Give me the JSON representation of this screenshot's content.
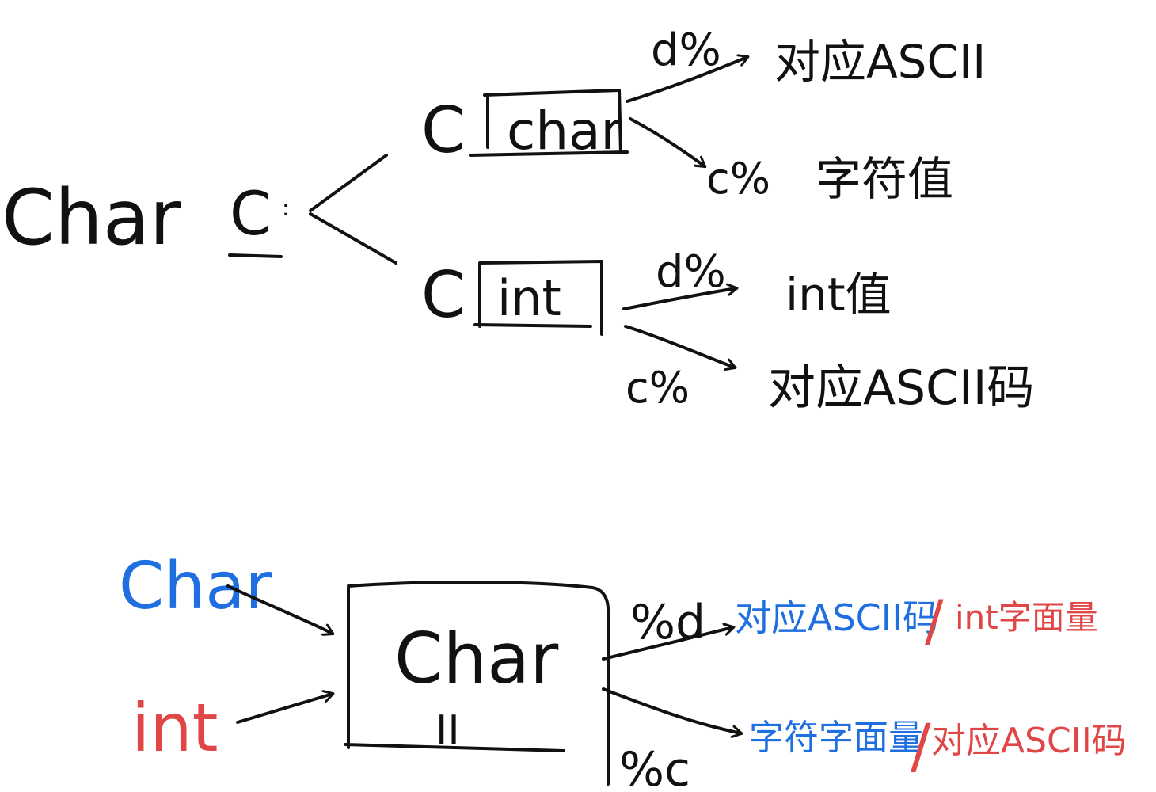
{
  "colors": {
    "ink": "#111111",
    "blue": "#1f6fe0",
    "red": "#e04646"
  },
  "top": {
    "root": "Char",
    "var": "C",
    "colon": ":",
    "branch1": {
      "prefix": "C",
      "box": "char"
    },
    "branch2": {
      "prefix": "C",
      "box": "int"
    },
    "outputs": [
      {
        "fmt": "d%",
        "result": "对应ASCII"
      },
      {
        "fmt": "c%",
        "result": "字符值"
      },
      {
        "fmt": "d%",
        "result": "int值"
      },
      {
        "fmt": "c%",
        "result": "对应ASCII码"
      }
    ]
  },
  "bottom": {
    "input1": "Char",
    "input2": "int",
    "box_label": "Char",
    "box_sub": "II",
    "fmt1": "%d",
    "fmt2": "%c",
    "out1_a": "对应ASCII码",
    "out1_sep": "/",
    "out1_b": "int字面量",
    "out2_a": "字符字面量",
    "out2_sep": "/",
    "out2_b": "对应ASCII码"
  }
}
